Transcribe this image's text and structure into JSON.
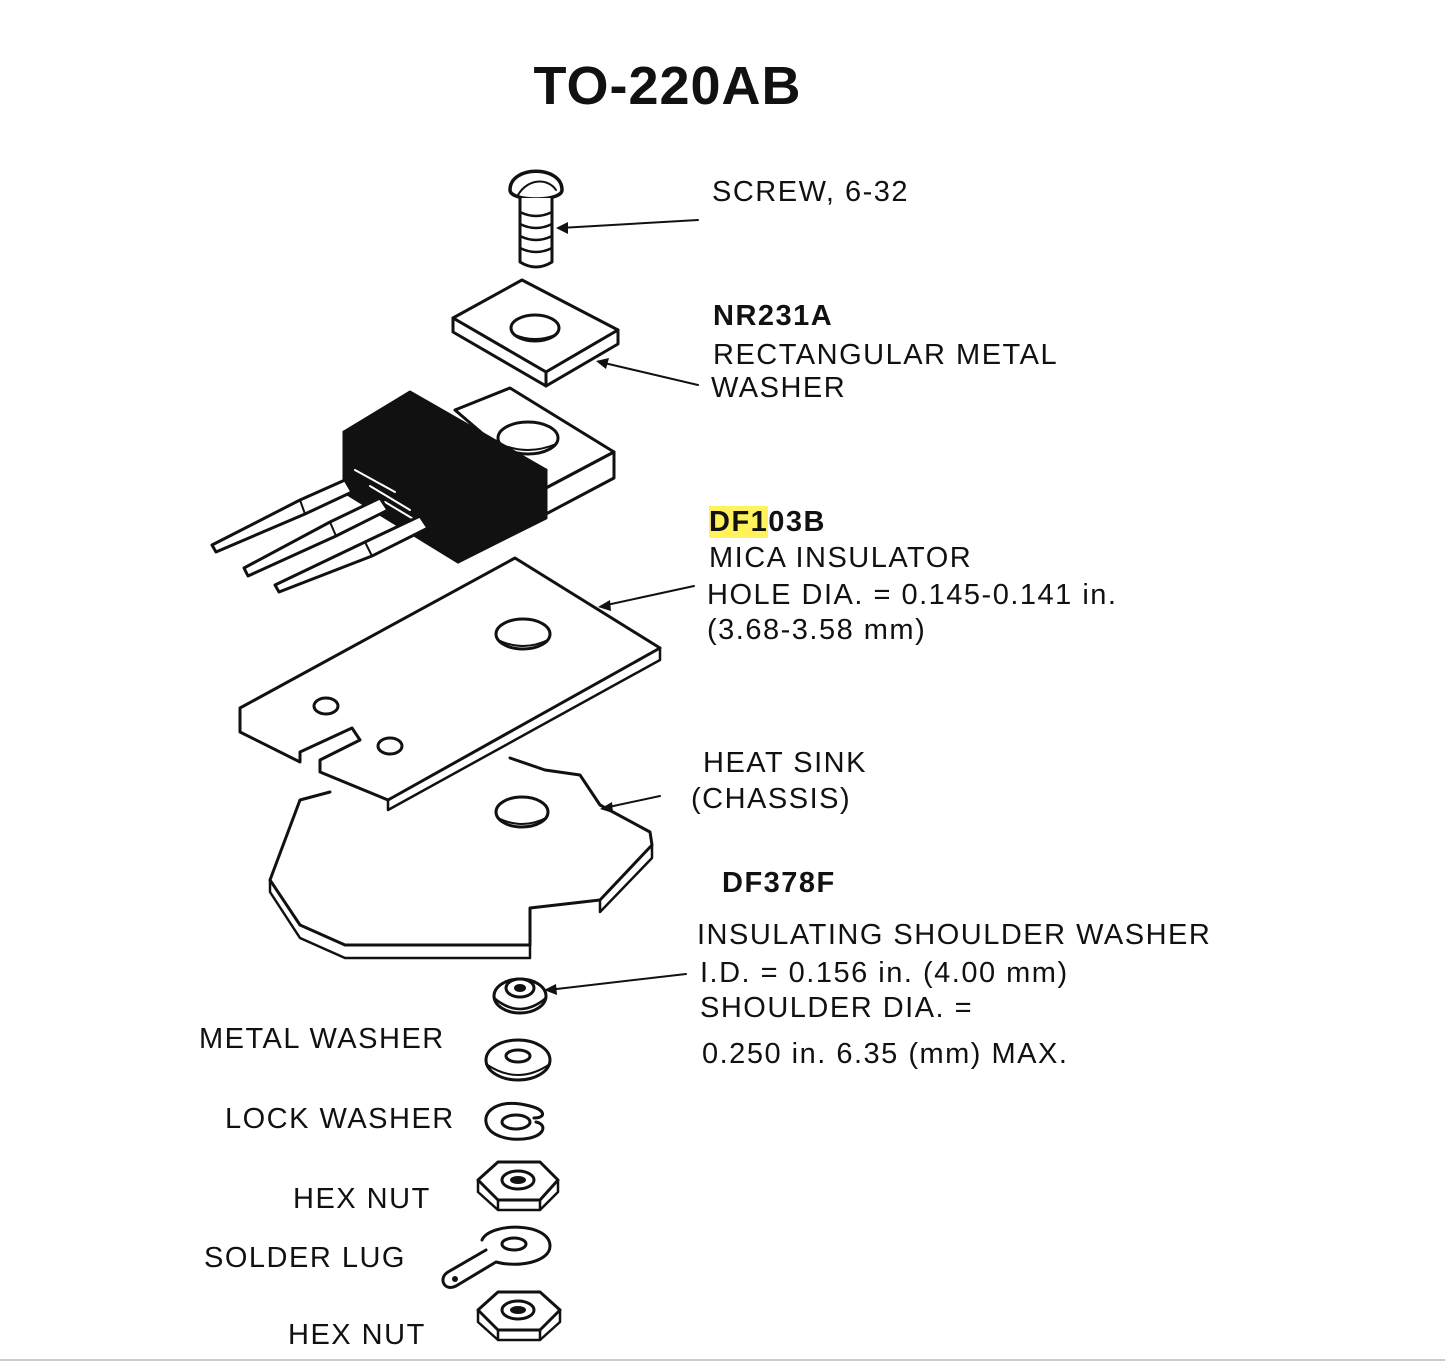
{
  "title": "TO-220AB",
  "labels": {
    "screw": "SCREW, 6-32",
    "washer_part": "NR231A",
    "washer_line1": "RECTANGULAR METAL",
    "washer_line2": "WASHER",
    "mica_part_highlight": "DF1",
    "mica_part_rest": "03B",
    "mica_line1": "MICA INSULATOR",
    "mica_line2": "HOLE DIA. = 0.145-0.141 in.",
    "mica_line3": "(3.68-3.58 mm)",
    "heatsink_line1": "HEAT SINK",
    "heatsink_line2": "(CHASSIS)",
    "shoulder_part": "DF378F",
    "shoulder_line1": "INSULATING SHOULDER WASHER",
    "shoulder_line2": "I.D. = 0.156 in. (4.00 mm)",
    "shoulder_line3": "SHOULDER DIA. =",
    "shoulder_line4": "0.250 in.  6.35 (mm) MAX.",
    "metal_washer": "METAL WASHER",
    "lock_washer": "LOCK WASHER",
    "hex_nut_1": "HEX NUT",
    "solder_lug": "SOLDER LUG",
    "hex_nut_2": "HEX NUT"
  },
  "colors": {
    "ink": "#111111",
    "highlight": "#fff25a",
    "background": "#ffffff"
  }
}
